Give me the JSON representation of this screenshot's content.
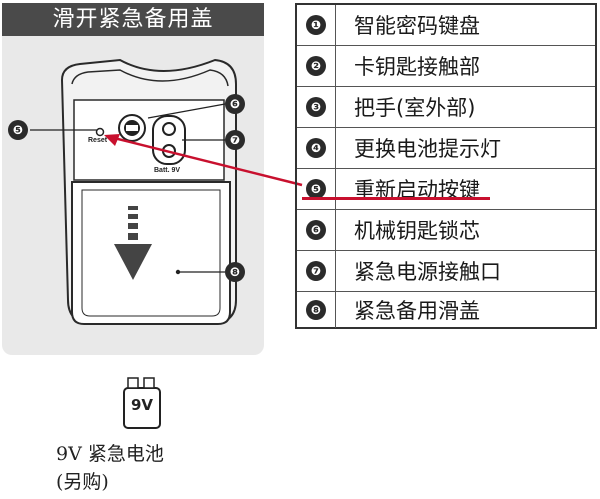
{
  "panel": {
    "title": "滑开紧急备用盖",
    "reset_label": "Reset",
    "batt_label": "Batt. 9V",
    "callouts": [
      "❺",
      "❻",
      "❼",
      "❽"
    ]
  },
  "legend": {
    "items": [
      {
        "num": "❶",
        "label": "智能密码键盘"
      },
      {
        "num": "❷",
        "label": "卡钥匙接触部"
      },
      {
        "num": "❸",
        "label": "把手(室外部)"
      },
      {
        "num": "❹",
        "label": "更换电池提示灯"
      },
      {
        "num": "❺",
        "label": "重新启动按键"
      },
      {
        "num": "❻",
        "label": "机械钥匙锁芯"
      },
      {
        "num": "❼",
        "label": "紧急电源接触口"
      },
      {
        "num": "❽",
        "label": "紧急备用滑盖"
      }
    ],
    "highlight_color": "#c8102e"
  },
  "battery": {
    "icon_text": "9V",
    "line1": "9V 紧急电池",
    "line2": "(另购)"
  }
}
